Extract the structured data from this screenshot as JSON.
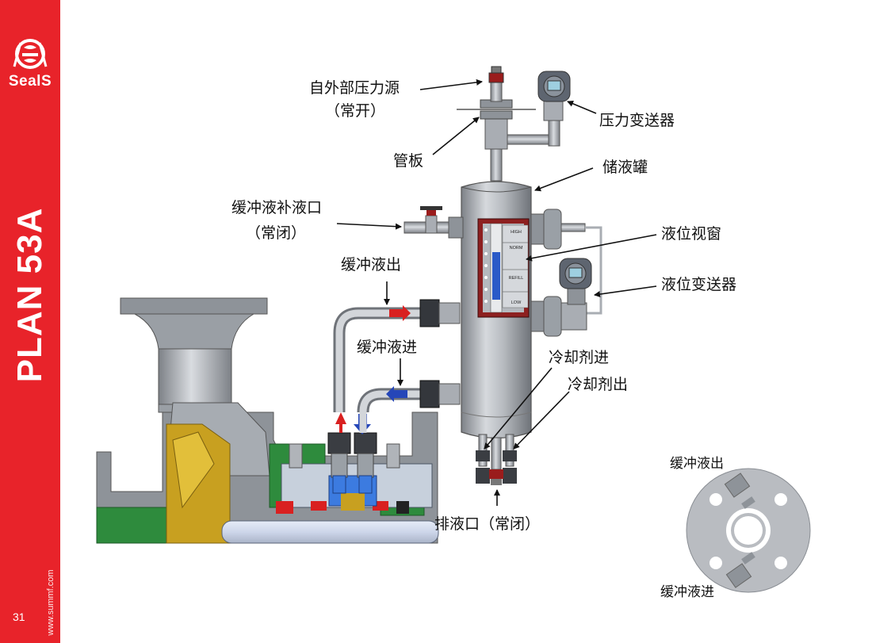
{
  "sidebar": {
    "brand": "SealS",
    "plan_title": "PLAN 53A",
    "page_number": "31",
    "website": "www.summf.com"
  },
  "labels": {
    "external_pressure_source": "自外部压力源",
    "external_pressure_source_note": "（常开）",
    "pressure_transmitter": "压力变送器",
    "tube_sheet": "管板",
    "reservoir": "储液罐",
    "buffer_fill_port": "缓冲液补液口",
    "buffer_fill_port_note": "（常闭）",
    "level_sight_glass": "液位视窗",
    "buffer_out": "缓冲液出",
    "level_transmitter": "液位变送器",
    "buffer_in": "缓冲液进",
    "coolant_in": "冷却剂进",
    "coolant_out": "冷却剂出",
    "drain_port": "排液口（常闭）",
    "flange_buffer_out": "缓冲液出",
    "flange_buffer_in": "缓冲液进"
  },
  "gauge_marks": [
    "HIGH",
    "NORM",
    "REFILL",
    "LOW"
  ],
  "colors": {
    "brand_red": "#e8232a",
    "steel": "#a9adb3",
    "pump_casing": "#8e9399",
    "green_part": "#2e8b3d",
    "gold_part": "#c8a020",
    "blue_part": "#2a5ac8",
    "arrow_red": "#d92020",
    "arrow_blue": "#2546b8"
  }
}
